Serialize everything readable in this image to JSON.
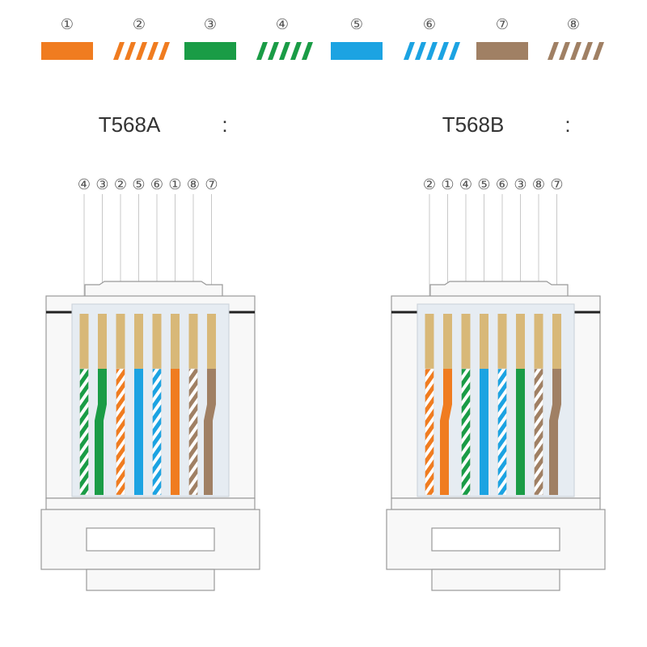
{
  "legend": [
    {
      "num": "①",
      "color": "#f07c20",
      "style": "solid"
    },
    {
      "num": "②",
      "color": "#f07c20",
      "style": "striped"
    },
    {
      "num": "③",
      "color": "#1a9c46",
      "style": "solid"
    },
    {
      "num": "④",
      "color": "#1a9c46",
      "style": "striped"
    },
    {
      "num": "⑤",
      "color": "#1ca3e2",
      "style": "solid"
    },
    {
      "num": "⑥",
      "color": "#1ca3e2",
      "style": "striped"
    },
    {
      "num": "⑦",
      "color": "#a08064",
      "style": "solid"
    },
    {
      "num": "⑧",
      "color": "#a08064",
      "style": "striped"
    }
  ],
  "connectors": [
    {
      "title": "T568A",
      "colon": ":",
      "order": [
        "④",
        "③",
        "②",
        "⑤",
        "⑥",
        "①",
        "⑧",
        "⑦"
      ]
    },
    {
      "title": "T568B",
      "colon": ":",
      "order": [
        "②",
        "①",
        "④",
        "⑤",
        "⑥",
        "③",
        "⑧",
        "⑦"
      ]
    }
  ],
  "colors": {
    "contact": "#d8b878",
    "outline": "#999999",
    "body": "#f8f8f8",
    "inner": "#e6ecf2"
  }
}
